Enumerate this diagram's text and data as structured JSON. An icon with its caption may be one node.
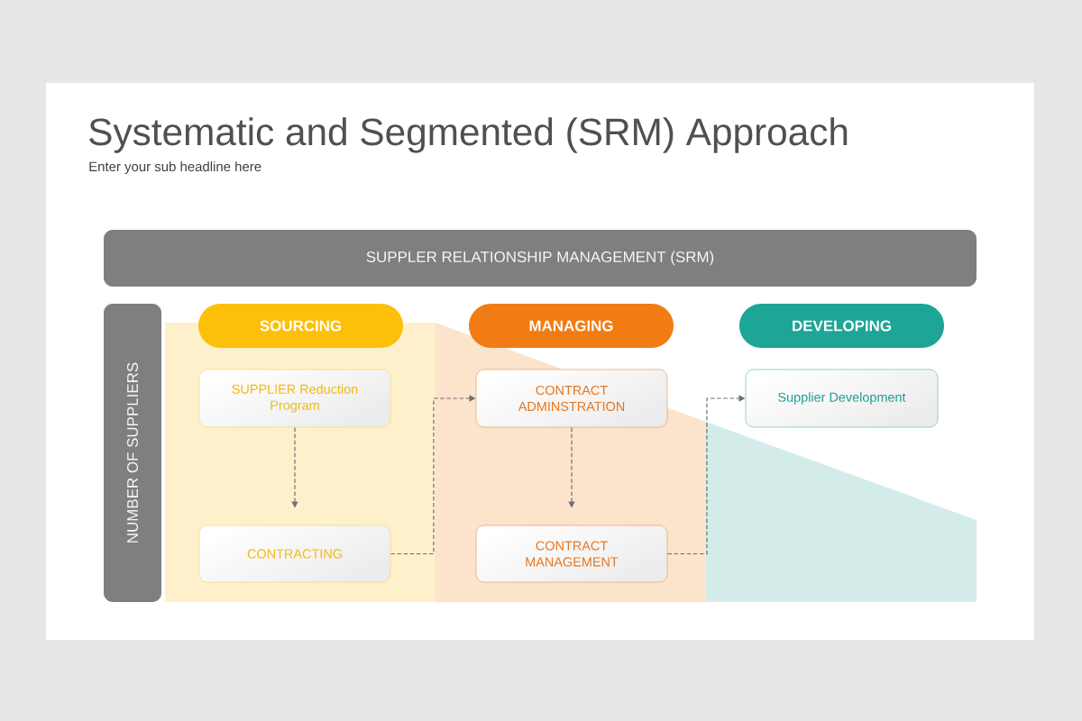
{
  "diagram": {
    "title": "Systematic and Segmented (SRM) Approach",
    "nodes": [
      {
        "text": [
          "SUPPLER RELATIONSHIP MANAGEMENT (SRM)"
        ]
      },
      {
        "text": [
          "NUMBER OF SUPPLIERS"
        ]
      },
      {
        "text": [
          "SOURCING"
        ]
      },
      {
        "text": [
          "MANAGING"
        ]
      },
      {
        "text": [
          "DEVELOPING"
        ]
      },
      {
        "text": [
          "SUPPLIER Reduction Program"
        ]
      },
      {
        "text": [
          "CONTRACT ADMINSTRATION"
        ]
      },
      {
        "text": [
          "Supplier Development"
        ]
      },
      {
        "text": [
          "CONTRACTING"
        ]
      },
      {
        "text": [
          "CONTRACT MANAGEMENT"
        ]
      }
    ],
    "edges": [
      {
        "from": 5,
        "to": 8,
        "arrow": "to",
        "style": "dashed"
      },
      {
        "from": 8,
        "to": 6,
        "arrow": "to",
        "style": "dashed"
      },
      {
        "from": 6,
        "to": 9,
        "arrow": "to",
        "style": "dashed"
      },
      {
        "from": 9,
        "to": 7,
        "arrow": "to",
        "style": "dashed"
      }
    ],
    "labels": [
      "Enter your sub headline here"
    ]
  }
}
